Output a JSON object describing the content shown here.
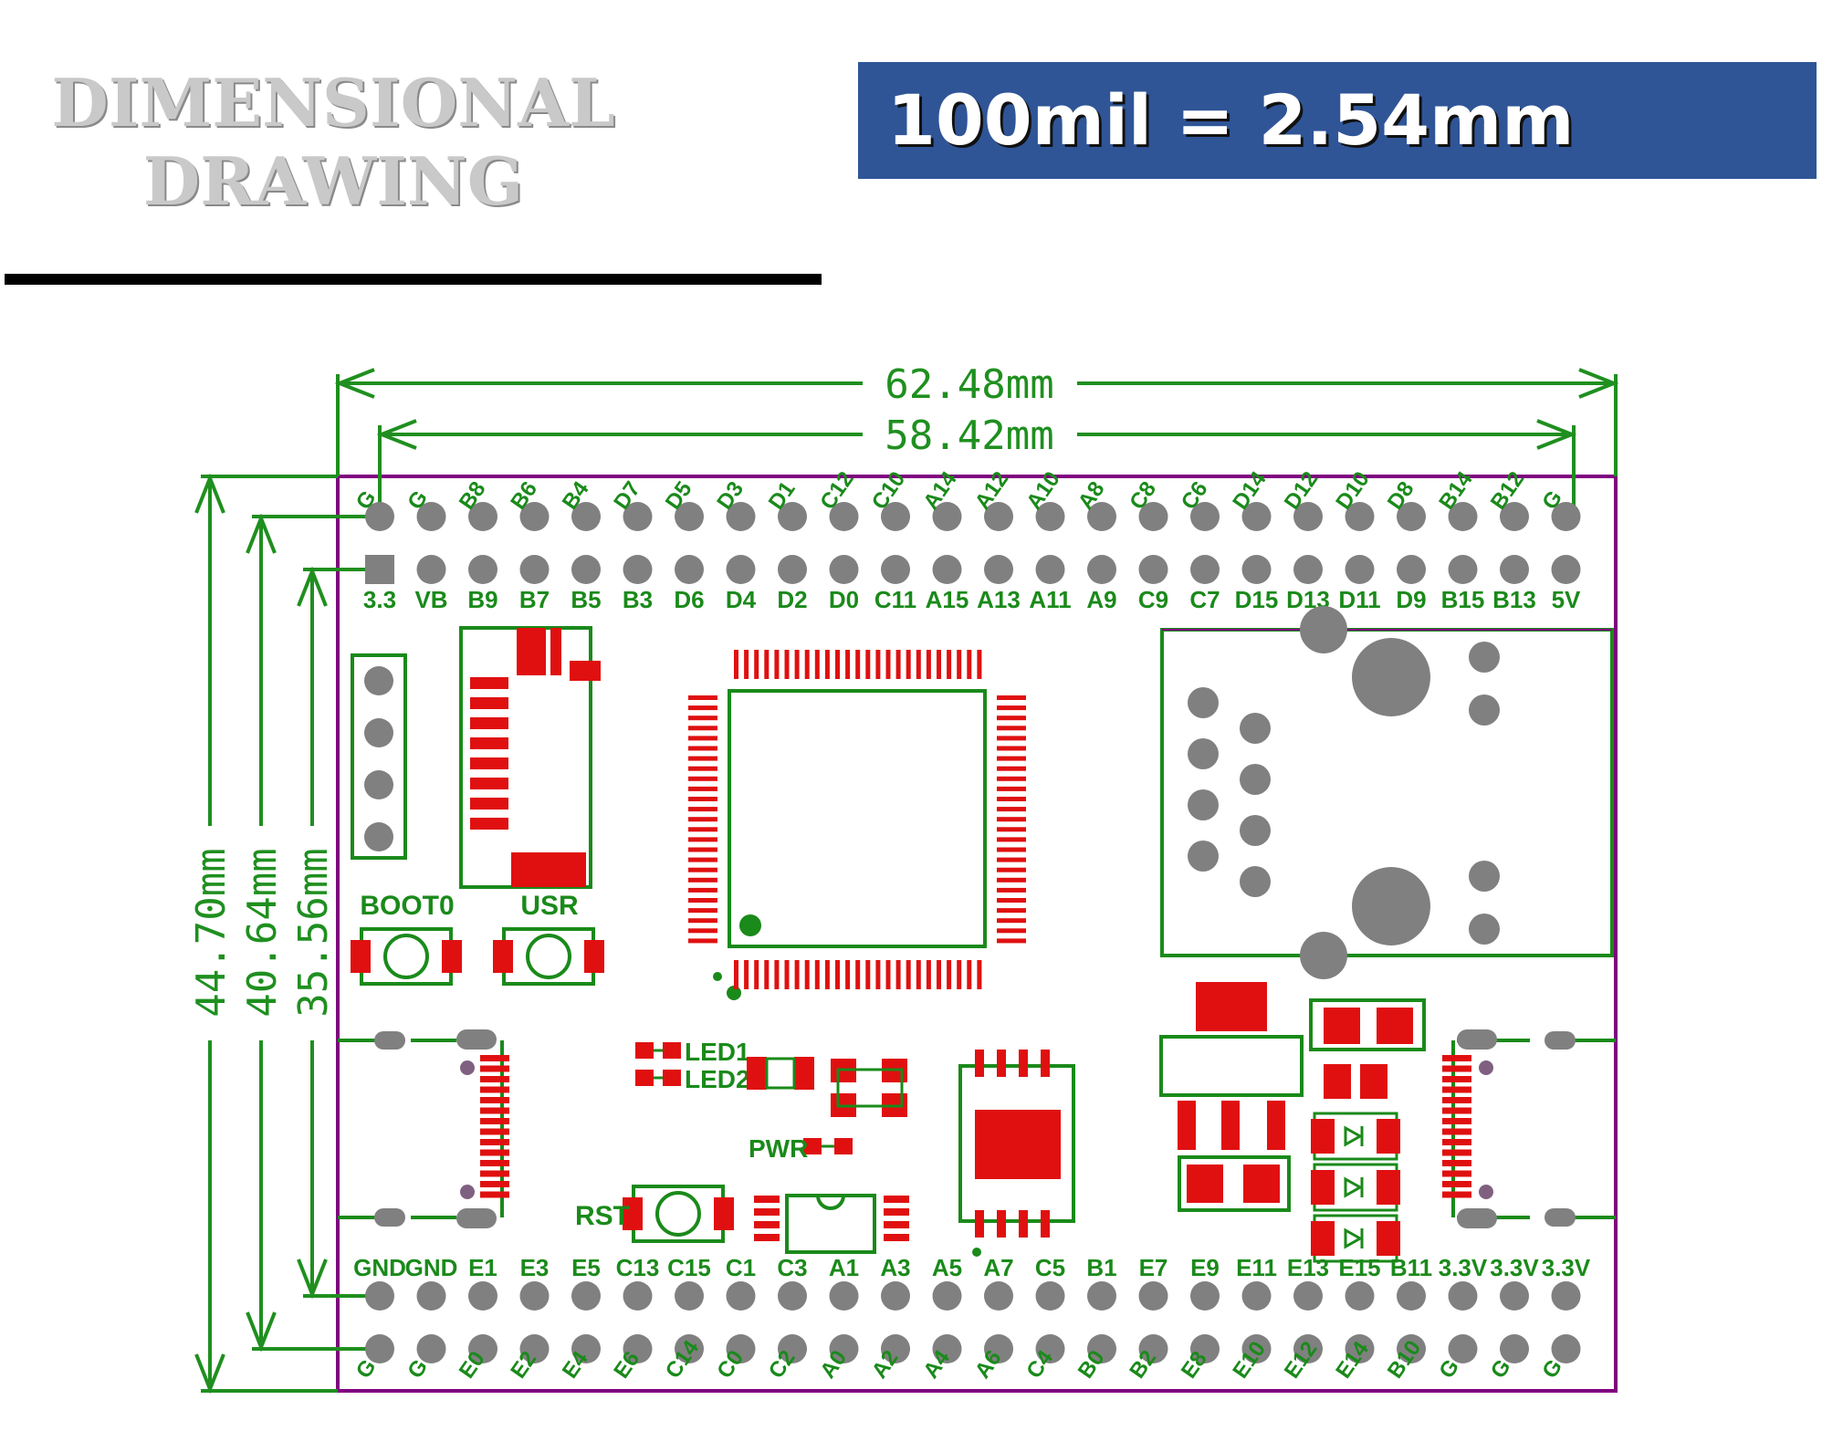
{
  "header": {
    "title_line1": "DIMENSIONAL",
    "title_line2": "DRAWING",
    "banner_text": "100mil = 2.54mm"
  },
  "dimensions": {
    "width_outer": "62.48mm",
    "width_inner": "58.42mm",
    "height_outer": "44.70mm",
    "height_mid": "40.64mm",
    "height_inner": "35.56mm"
  },
  "pins": {
    "top_outer": [
      "G",
      "G",
      "B8",
      "B6",
      "B4",
      "D7",
      "D5",
      "D3",
      "D1",
      "C12",
      "C10",
      "A14",
      "A12",
      "A10",
      "A8",
      "C8",
      "C6",
      "D14",
      "D12",
      "D10",
      "D8",
      "B14",
      "B12",
      "G"
    ],
    "top_inner": [
      "3.3",
      "VB",
      "B9",
      "B7",
      "B5",
      "B3",
      "D6",
      "D4",
      "D2",
      "D0",
      "C11",
      "A15",
      "A13",
      "A11",
      "A9",
      "C9",
      "C7",
      "D15",
      "D13",
      "D11",
      "D9",
      "B15",
      "B13",
      "5V"
    ],
    "bottom_inner": [
      "GND",
      "GND",
      "E1",
      "E3",
      "E5",
      "C13",
      "C15",
      "C1",
      "C3",
      "A1",
      "A3",
      "A5",
      "A7",
      "C5",
      "B1",
      "E7",
      "E9",
      "E11",
      "E13",
      "E15",
      "B11",
      "3.3V",
      "3.3V",
      "3.3V"
    ],
    "bottom_outer": [
      "G",
      "G",
      "E0",
      "E2",
      "E4",
      "E6",
      "C14",
      "C0",
      "C2",
      "A0",
      "A2",
      "A4",
      "A6",
      "C4",
      "B0",
      "B2",
      "E8",
      "E10",
      "E12",
      "E14",
      "B10",
      "G",
      "G",
      "G"
    ]
  },
  "components": {
    "button_boot": "BOOT0",
    "button_usr": "USR",
    "button_rst": "RST",
    "led1": "LED1",
    "led2": "LED2",
    "led_pwr": "PWR"
  },
  "colors": {
    "outline": "#800080",
    "silkscreen": "#1a8a1a",
    "pad": "#e01010",
    "hole": "#808080",
    "banner": "#2f5597"
  }
}
